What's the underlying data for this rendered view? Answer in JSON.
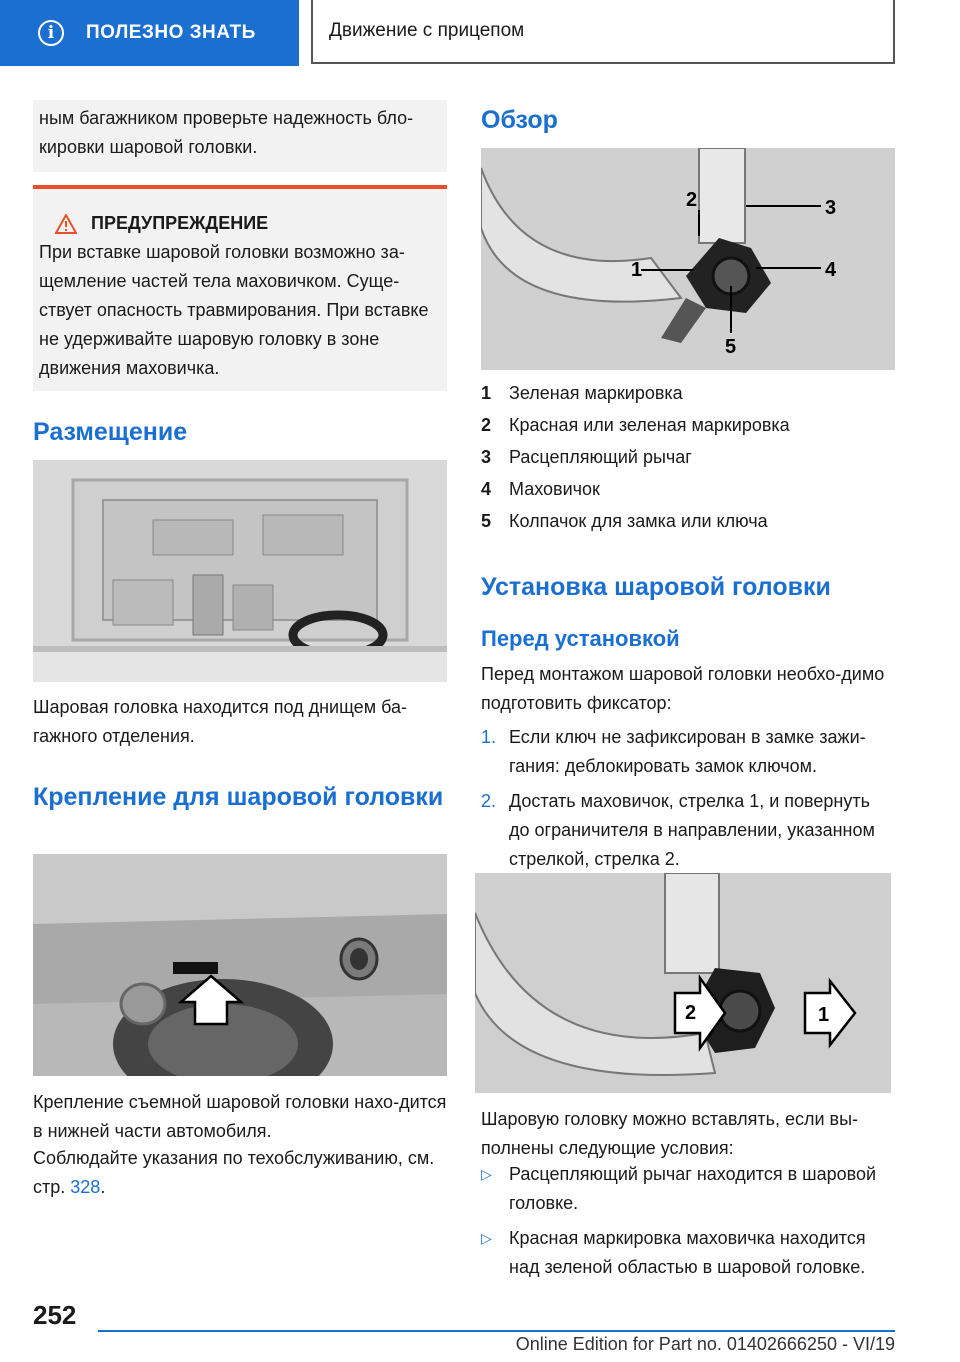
{
  "header": {
    "tab_label": "ПОЛЕЗНО ЗНАТЬ",
    "tab_icon": "info-icon",
    "section_title": "Движение с прицепом"
  },
  "left": {
    "intro_text": "ным багажником проверьте надежность бло-кировки шаровой головки.",
    "warning": {
      "title": "ПРЕДУПРЕЖДЕНИЕ",
      "icon": "warning-triangle-icon",
      "body": "При вставке шаровой головки возможно за-щемление частей тела маховичком. Суще-ствует опасность травмирования. При вставке не удерживайте шаровую головку в зоне движения маховичка."
    },
    "placement_heading": "Размещение",
    "placement_caption": "Шаровая головка находится под днищем ба-гажного отделения.",
    "mount_heading": "Крепление для шаровой головки",
    "mount_caption": "Крепление съемной шаровой головки нахо-дится в нижней части автомобиля.",
    "maintenance_text": "Соблюдайте указания по техобслуживанию, см. стр.",
    "maintenance_page": "328",
    "maintenance_end": "."
  },
  "right": {
    "overview_heading": "Обзор",
    "overview_items": [
      {
        "num": "1",
        "label": "Зеленая маркировка"
      },
      {
        "num": "2",
        "label": "Красная или зеленая маркировка"
      },
      {
        "num": "3",
        "label": "Расцепляющий рычаг"
      },
      {
        "num": "4",
        "label": "Маховичок"
      },
      {
        "num": "5",
        "label": "Колпачок для замка или ключа"
      }
    ],
    "install_heading": "Установка шаровой головки",
    "before_heading": "Перед установкой",
    "before_text": "Перед монтажом шаровой головки необхо-димо подготовить фиксатор:",
    "steps": [
      {
        "num": "1.",
        "text": "Если ключ не зафиксирован в замке зажи-гания: деблокировать замок ключом."
      },
      {
        "num": "2.",
        "text": "Достать маховичок, стрелка 1, и повернуть до ограничителя в направлении, указанном стрелкой, стрелка 2."
      }
    ],
    "conditions_text": "Шаровую головку можно вставлять, если вы-полнены следующие условия:",
    "conditions": [
      "Расцепляющий рычаг находится в шаровой головке.",
      "Красная маркировка маховичка находится над зеленой областью в шаровой головке."
    ]
  },
  "figures": {
    "overview_labels": [
      "1",
      "2",
      "3",
      "4",
      "5"
    ],
    "step_labels": [
      "2",
      "1"
    ]
  },
  "footer": {
    "page_number": "252",
    "edition": "Online Edition for Part no. 01402666250 - VI/19"
  }
}
